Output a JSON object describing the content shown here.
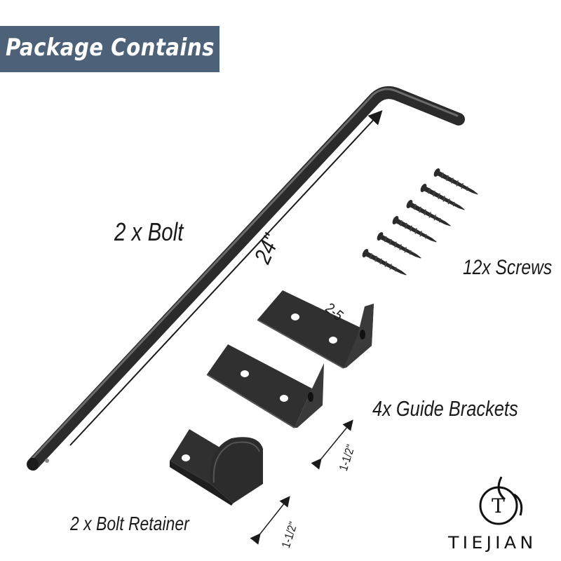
{
  "banner": {
    "title": "Package Contains"
  },
  "items": {
    "bolt_label": "2 x Bolt",
    "screws_label": "12x Screws",
    "brackets_label": "4x Guide Brackets",
    "retainer_label": "2 x Bolt Retainer"
  },
  "dimensions": {
    "bolt_length": "24\"",
    "bracket_width": "2-5",
    "bracket_size": "1-1/2\"",
    "retainer_size": "1-1/2\""
  },
  "brand": {
    "name": "TIEJIAN",
    "logo_letter": "T"
  },
  "colors": {
    "banner": "#4d6178",
    "hardware": "#2b2b2b",
    "text": "#1a1a1a"
  }
}
